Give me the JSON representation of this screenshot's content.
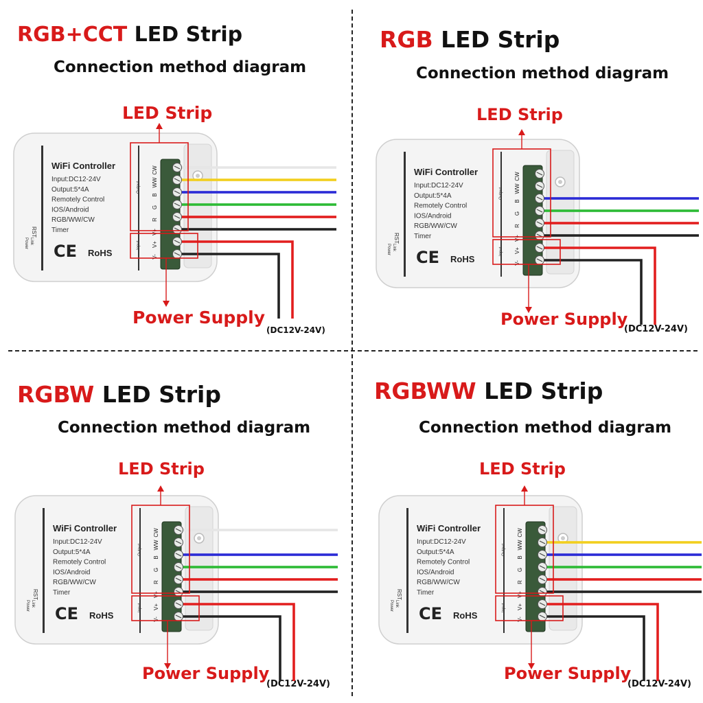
{
  "panels": [
    {
      "title_accent": "RGB+CCT",
      "title_rest": " LED Strip",
      "subtitle": "Connection method diagram",
      "output_channels": [
        "CW",
        "WW",
        "B",
        "G",
        "R",
        "V+"
      ],
      "wires": [
        "white",
        "yellow",
        "blue",
        "green",
        "red",
        "black"
      ]
    },
    {
      "title_accent": "RGB",
      "title_rest": " LED Strip",
      "subtitle": "Connection method diagram",
      "output_channels": [
        "CW",
        "WW",
        "B",
        "G",
        "R",
        "V+"
      ],
      "wires": [
        "none",
        "none",
        "blue",
        "green",
        "red",
        "black"
      ]
    },
    {
      "title_accent": "RGBW",
      "title_rest": " LED Strip",
      "subtitle": "Connection method diagram",
      "output_channels": [
        "CW",
        "WW",
        "B",
        "G",
        "R",
        "V+"
      ],
      "wires": [
        "white",
        "none",
        "blue",
        "green",
        "red",
        "black"
      ]
    },
    {
      "title_accent": "RGBWW",
      "title_rest": " LED Strip",
      "subtitle": "Connection method diagram",
      "output_channels": [
        "CW",
        "WW",
        "B",
        "G",
        "R",
        "V+"
      ],
      "wires": [
        "none",
        "yellow",
        "blue",
        "green",
        "red",
        "black"
      ]
    }
  ],
  "labels": {
    "led_strip": "LED Strip",
    "power_supply": "Power Supply",
    "voltage": "(DC12V-24V)"
  },
  "controller": {
    "name": "WiFi Controller",
    "specs": [
      "Input:DC12-24V",
      "Output:5*4A",
      "Remotely Control",
      "IOS/Android",
      "RGB/WW/CW",
      "Timer"
    ],
    "rst_label": "RST",
    "power_label": "Power",
    "link_label": "Link",
    "ce": "CE",
    "rohs": "RoHS",
    "output_label": "Output",
    "input_label": "Input",
    "input_channels": [
      "V+",
      "V-"
    ]
  },
  "colors": {
    "accent": "#d81a1a",
    "terminal": "#3a5a3a",
    "wire_white": "#e6e6e6",
    "wire_yellow": "#f2cf1e",
    "wire_blue": "#2b2bd6",
    "wire_green": "#2dbb35",
    "wire_red": "#e21e1e",
    "wire_black": "#222222"
  }
}
